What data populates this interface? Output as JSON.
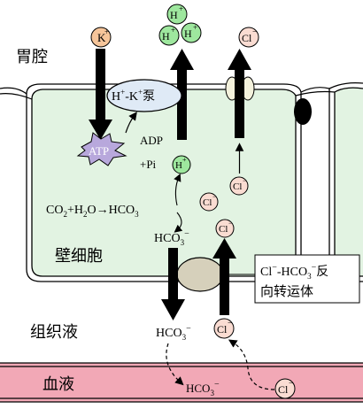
{
  "regions": {
    "stomach_cavity": "胃腔",
    "parietal_cell": "壁细胞",
    "tissue_fluid": "组织液",
    "blood": "血液"
  },
  "ions": {
    "K": "K",
    "K_charge": "+",
    "H": "H",
    "H_charge": "+",
    "Cl": "Cl",
    "Cl_charge": "−",
    "HCO3_base": "HCO",
    "HCO3_sub": "3",
    "HCO3_charge": "−"
  },
  "pump": {
    "H": "H",
    "plus1": "+",
    "dash": "-K",
    "plus2": "+",
    "name": "泵"
  },
  "atp": "ATP",
  "adp": "ADP",
  "pi": "+Pi",
  "reaction": {
    "co": "CO",
    "co_sub": "2",
    "plus_h": "+H",
    "h_sub": "2",
    "o": "O",
    "arrow": "→",
    "hco": "HCO",
    "hco_sub": "3"
  },
  "antiporter": {
    "cl": "Cl",
    "cl_charge": "−",
    "hco": "-HCO",
    "hco_sub": "3",
    "hco_charge": "−",
    "name_line1": "反",
    "name_line2": "向转运体"
  },
  "colors": {
    "cell_fill": "#e2f3e2",
    "blood_fill": "#f2a8b6",
    "k_ion": "#f6c59a",
    "h_ion": "#9ee79e",
    "cl_ion": "#fadcd2",
    "pump_fill": "#dfeaf6",
    "antiporter_fill": "#d6d0bb",
    "channel_fill": "#f3f1dc"
  }
}
